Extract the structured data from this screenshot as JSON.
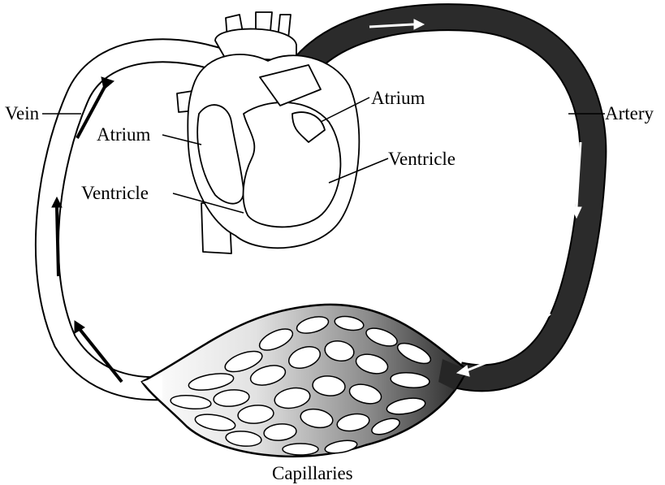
{
  "labels": {
    "vein": "Vein",
    "artery": "Artery",
    "atrium_left": "Atrium",
    "atrium_right": "Atrium",
    "ventricle_left": "Ventricle",
    "ventricle_right": "Ventricle",
    "capillaries": "Capillaries"
  }
}
